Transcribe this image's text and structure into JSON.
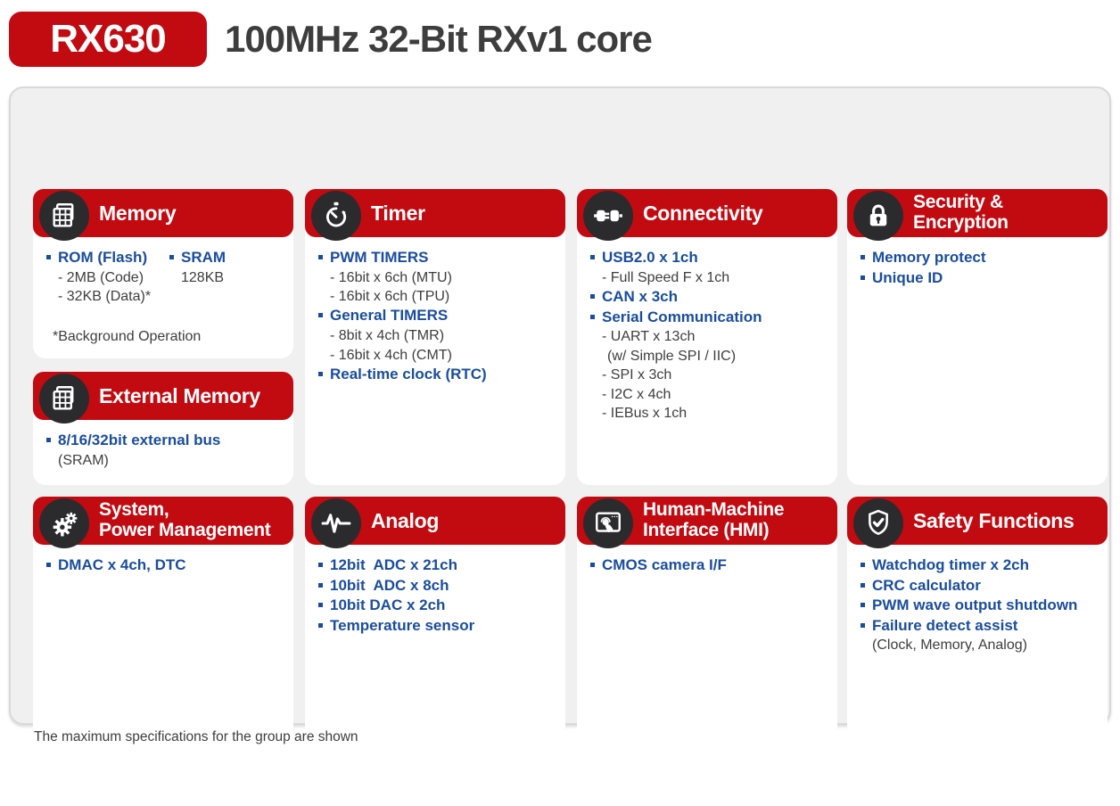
{
  "header": {
    "badge": "RX630",
    "title": "100MHz 32-Bit RXv1 core"
  },
  "footer": {
    "note": "The maximum specifications for the group are shown"
  },
  "colors": {
    "red": "#c20a11",
    "blue": "#1a4d9e",
    "text": "#3e3e3e",
    "icon_bg": "#2b2b2d",
    "panel_bg": "#f0f0f1"
  },
  "cards": [
    {
      "id": "memory",
      "icon": "memory-icon",
      "title": "Memory",
      "columns": [
        [
          {
            "type": "bullet",
            "text": "ROM (Flash)"
          },
          {
            "type": "sub",
            "text": "- 2MB (Code)"
          },
          {
            "type": "sub",
            "text": "- 32KB (Data)*"
          }
        ],
        [
          {
            "type": "bullet",
            "text": "SRAM"
          },
          {
            "type": "sub",
            "text": "128KB"
          }
        ]
      ],
      "items": [
        {
          "type": "note",
          "text": "*Background Operation"
        }
      ]
    },
    {
      "id": "timer",
      "icon": "stopwatch-icon",
      "title": "Timer",
      "items": [
        {
          "type": "bullet",
          "text": "PWM TIMERS"
        },
        {
          "type": "sub",
          "text": "- 16bit x 6ch (MTU)"
        },
        {
          "type": "sub",
          "text": "- 16bit x 6ch (TPU)"
        },
        {
          "type": "bullet",
          "text": "General TIMERS"
        },
        {
          "type": "sub",
          "text": "- 8bit x 4ch (TMR)"
        },
        {
          "type": "sub",
          "text": "- 16bit x 4ch (CMT)"
        },
        {
          "type": "bullet",
          "text": "Real-time clock (RTC)"
        }
      ]
    },
    {
      "id": "connectivity",
      "icon": "plug-icon",
      "title": "Connectivity",
      "items": [
        {
          "type": "bullet",
          "text": "USB2.0 x 1ch"
        },
        {
          "type": "sub",
          "text": "- Full Speed F x 1ch"
        },
        {
          "type": "bullet",
          "text": "CAN x 3ch"
        },
        {
          "type": "bullet",
          "text": "Serial Communication"
        },
        {
          "type": "sub",
          "text": "- UART x 13ch"
        },
        {
          "type": "sub2",
          "text": "(w/ Simple SPI / IIC)"
        },
        {
          "type": "sub",
          "text": "- SPI x 3ch"
        },
        {
          "type": "sub",
          "text": "- I2C x 4ch"
        },
        {
          "type": "sub",
          "text": "- IEBus x 1ch"
        }
      ]
    },
    {
      "id": "security",
      "icon": "lock-icon",
      "title": "Security &\nEncryption",
      "items": [
        {
          "type": "bullet",
          "text": "Memory protect"
        },
        {
          "type": "bullet",
          "text": "Unique ID"
        }
      ]
    },
    {
      "id": "external-memory",
      "icon": "memory-icon",
      "title": "External Memory",
      "items": [
        {
          "type": "bullet",
          "text": "8/16/32bit external bus"
        },
        {
          "type": "sub",
          "text": "(SRAM)"
        }
      ]
    },
    {
      "id": "system",
      "icon": "gears-icon",
      "title": "System,\nPower Management",
      "items": [
        {
          "type": "bullet",
          "text": "DMAC x 4ch, DTC"
        }
      ]
    },
    {
      "id": "analog",
      "icon": "waveform-icon",
      "title": "Analog",
      "items": [
        {
          "type": "bullet",
          "text": "12bit  ADC x 21ch"
        },
        {
          "type": "bullet",
          "text": "10bit  ADC x 8ch"
        },
        {
          "type": "bullet",
          "text": "10bit DAC x 2ch"
        },
        {
          "type": "bullet",
          "text": "Temperature sensor"
        }
      ]
    },
    {
      "id": "hmi",
      "icon": "touch-screen-icon",
      "title": "Human-Machine\nInterface (HMI)",
      "items": [
        {
          "type": "bullet",
          "text": "CMOS camera I/F"
        }
      ]
    },
    {
      "id": "safety",
      "icon": "shield-check-icon",
      "title": "Safety Functions",
      "items": [
        {
          "type": "bullet",
          "text": "Watchdog timer x 2ch"
        },
        {
          "type": "bullet",
          "text": "CRC calculator"
        },
        {
          "type": "bullet",
          "text": "PWM wave output shutdown"
        },
        {
          "type": "bullet",
          "text": "Failure detect assist"
        },
        {
          "type": "sub",
          "text": "(Clock, Memory, Analog)"
        }
      ]
    }
  ]
}
